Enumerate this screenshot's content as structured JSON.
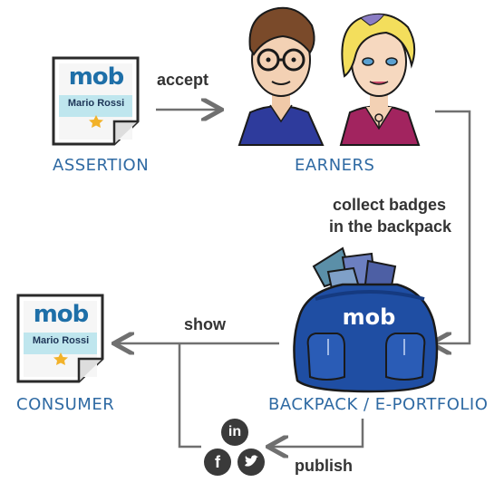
{
  "nodes": {
    "assertion": {
      "label": "ASSERTION",
      "badge_logo": "mob",
      "badge_name": "Mario Rossi"
    },
    "earners": {
      "label": "EARNERS"
    },
    "backpack": {
      "label": "BACKPACK / e-PORTFOLIO",
      "logo": "mob"
    },
    "consumer": {
      "label": "CONSUMER",
      "badge_logo": "mob",
      "badge_name": "Mario Rossi"
    }
  },
  "edges": {
    "accept": "accept",
    "collect": [
      "collect badges",
      "in the backpack"
    ],
    "show": "show",
    "publish": "publish"
  },
  "social": {
    "linkedin": "in",
    "facebook": "f"
  },
  "colors": {
    "arrow": "#707070",
    "label_blue": "#2f6aa3",
    "badge_teal_band": "#bfe6ee",
    "backpack_blue": "#1f4ea3",
    "shirt_blue": "#2e3b9c",
    "shirt_magenta": "#a2245f"
  }
}
